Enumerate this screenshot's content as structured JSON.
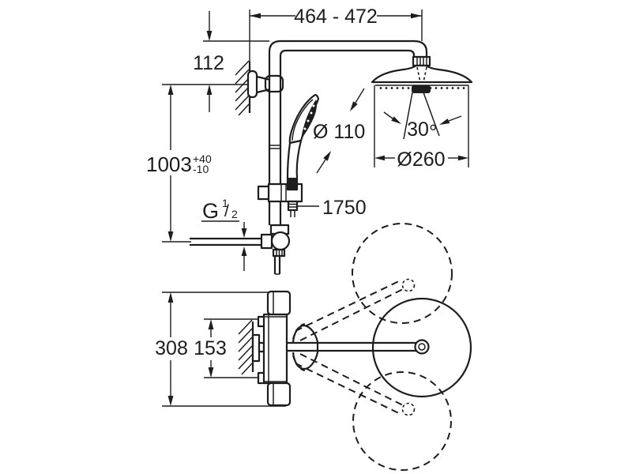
{
  "meta": {
    "background": "#ffffff",
    "ink": "#1d1d1d",
    "kind": "shower-system-installation-drawing"
  },
  "dims": {
    "top_width": "464 - 472",
    "wall_offset": "112",
    "riser_height": "1003",
    "riser_tol_plus": "+40",
    "riser_tol_minus": "-10",
    "hand_shower_dia": "Ø 110",
    "spray_angle": "30",
    "degree": "°",
    "head_dia": "Ø260",
    "hose_length": "1750",
    "thread_g": "G",
    "thread_num": "1",
    "thread_slash": "/",
    "thread_den": "2",
    "body_height": "308",
    "port_spacing": "153"
  }
}
